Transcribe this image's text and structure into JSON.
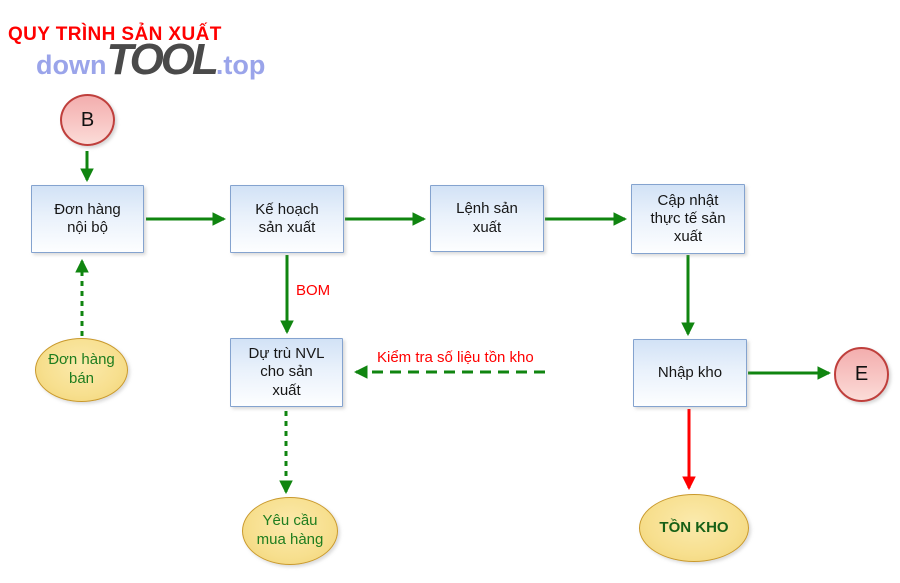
{
  "title": "QUY TRÌNH SẢN XUẤT",
  "watermark": {
    "down": "down",
    "tool": "TOOL",
    "top": ".top"
  },
  "nodes": {
    "start": {
      "label": "B",
      "shape": "circle"
    },
    "internal_order": {
      "label": "Đơn hàng nội bộ",
      "shape": "rect"
    },
    "production_plan": {
      "label": "Kế hoạch sản xuất",
      "shape": "rect"
    },
    "production_order": {
      "label": "Lệnh sản xuất",
      "shape": "rect"
    },
    "actual_update": {
      "label": "Cập nhật thực tế sản xuất",
      "shape": "rect"
    },
    "material_reserve": {
      "label": "Dự trù NVL cho sản xuất",
      "shape": "rect"
    },
    "goods_receipt": {
      "label": "Nhập kho",
      "shape": "rect"
    },
    "end": {
      "label": "E",
      "shape": "circle"
    },
    "sales_order": {
      "label": "Đơn hàng bán",
      "shape": "ellipse"
    },
    "purchase_request": {
      "label": "Yêu cầu mua hàng",
      "shape": "ellipse"
    },
    "inventory": {
      "label": "TỒN KHO",
      "shape": "ellipse"
    }
  },
  "edge_labels": {
    "bom": "BOM",
    "inventory_check": "Kiểm tra số liệu tồn kho"
  },
  "colors": {
    "arrow_green": "#108510",
    "arrow_red": "#ff0000",
    "title_red": "#ff0000",
    "box_border_blue": "#84a3cf",
    "ellipse_yellow": "#f7df8e",
    "circle_pink": "#f8c6c4",
    "green_text": "#1f7d1f"
  }
}
